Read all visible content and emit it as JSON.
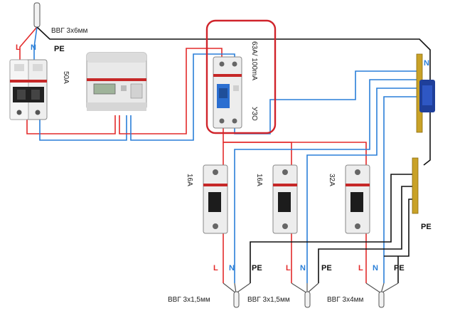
{
  "top_cable": {
    "name": "ВВГ 3х6мм",
    "L": "L",
    "N": "N",
    "PE": "PE"
  },
  "main_breaker": {
    "rating": "50А"
  },
  "rcd": {
    "rating": "63A/ 100mA",
    "type": "УЗО"
  },
  "bus_labels": {
    "neutral": "N",
    "ground": "PE"
  },
  "breakers": [
    {
      "rating": "16А"
    },
    {
      "rating": "16А"
    },
    {
      "rating": "32А"
    }
  ],
  "outputs": [
    {
      "cable": "ВВГ 3х1,5мм",
      "L": "L",
      "N": "N",
      "PE": "PE"
    },
    {
      "cable": "ВВГ 3х1,5мм",
      "L": "L",
      "N": "N",
      "PE": "PE"
    },
    {
      "cable": "ВВГ 3х4мм",
      "L": "L",
      "N": "N",
      "PE": "PE"
    }
  ],
  "colors": {
    "phase": "#e32a2a",
    "neutral": "#2a7fd8",
    "ground": "#111111",
    "highlight": "#d0242b",
    "bus": "#b8860b"
  }
}
